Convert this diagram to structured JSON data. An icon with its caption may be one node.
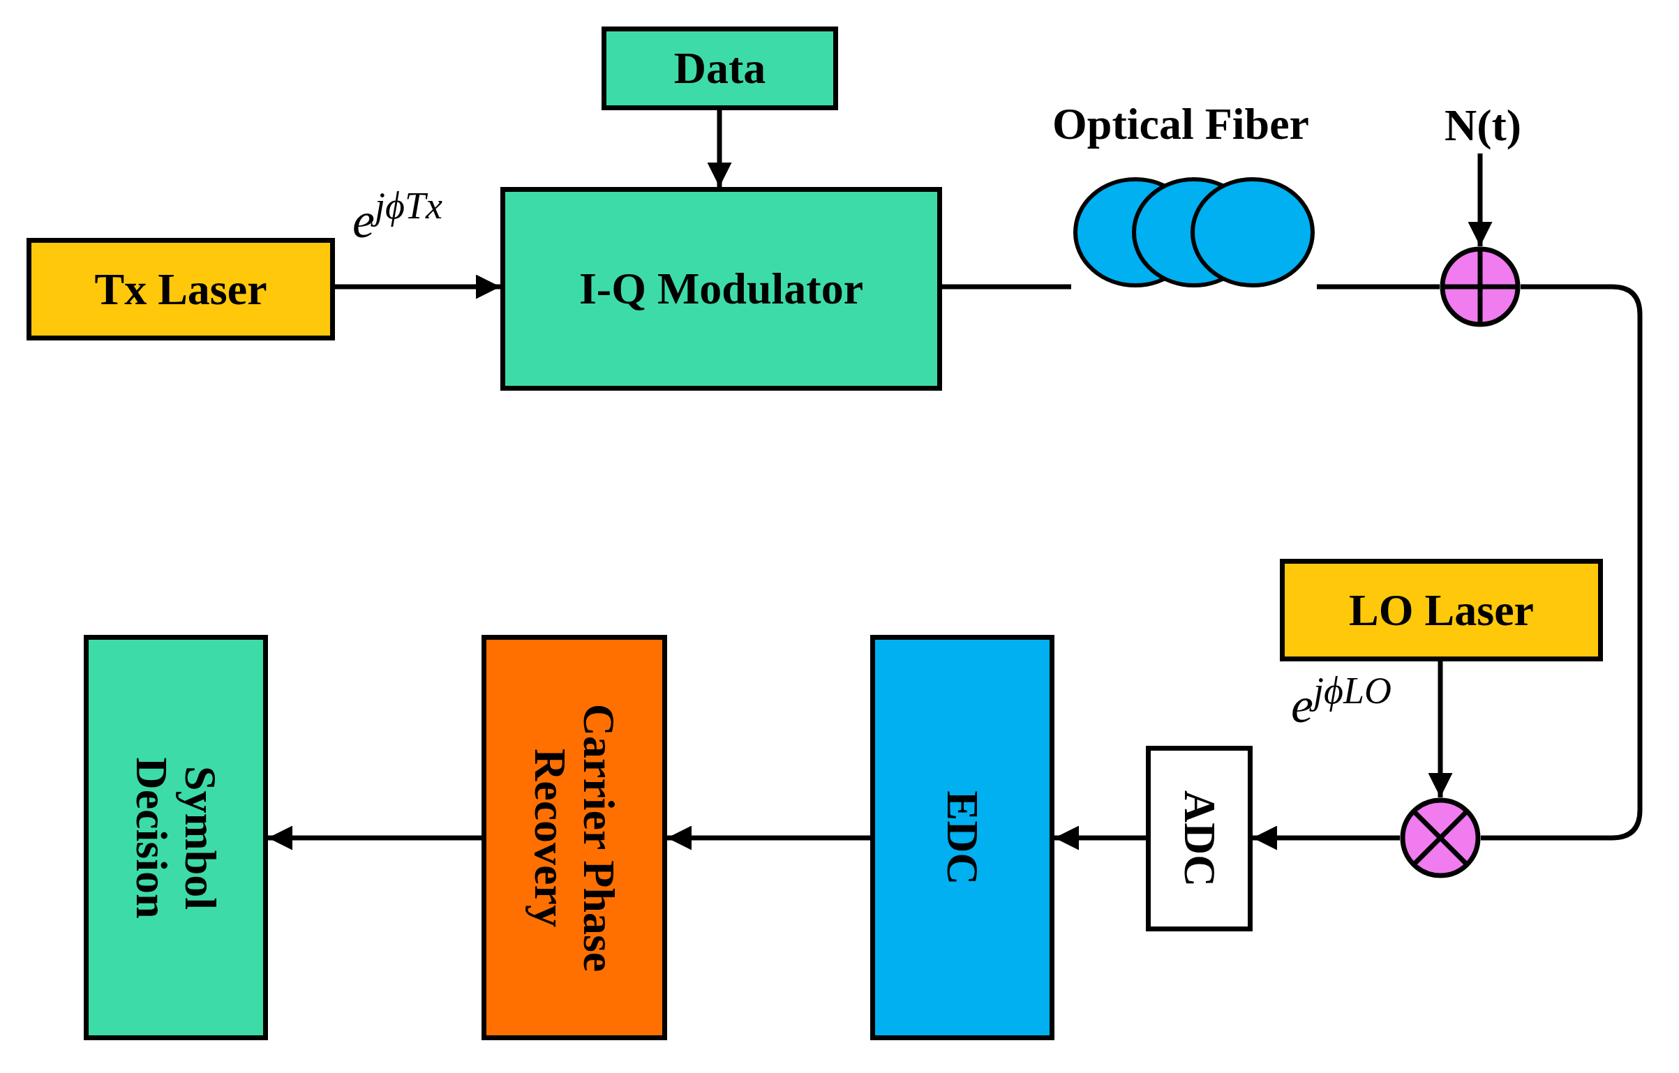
{
  "diagram": {
    "nodes": [
      {
        "text": [
          "Data"
        ]
      },
      {
        "text": [
          "I-Q Modulator"
        ]
      },
      {
        "text": [
          "Tx Laser"
        ]
      },
      {
        "text": [
          "Optical Fiber"
        ]
      },
      {
        "text": [
          "N(t)"
        ]
      },
      {
        "text": [],
        "shape": "circle"
      },
      {
        "text": [
          "LO Laser"
        ]
      },
      {
        "text": [],
        "shape": "circle"
      },
      {
        "text": [
          "ADC"
        ]
      },
      {
        "text": [
          "EDC"
        ]
      },
      {
        "text": [
          "Carrier Phase Recovery"
        ]
      },
      {
        "text": [
          "Symbol Decision"
        ]
      }
    ],
    "edges": [
      {
        "from": 0,
        "to": 1,
        "arrow": "to"
      },
      {
        "from": 2,
        "to": 1,
        "arrow": "to",
        "label": "e$^{jϕTx}$"
      },
      {
        "from": 1,
        "to": 3,
        "arrow": "none"
      },
      {
        "from": 3,
        "to": 5,
        "arrow": "none"
      },
      {
        "from": 4,
        "to": 5,
        "arrow": "to"
      },
      {
        "from": 5,
        "to": 7,
        "arrow": "none"
      },
      {
        "from": 6,
        "to": 7,
        "arrow": "to",
        "label": "e$^{jϕLO}$"
      },
      {
        "from": 7,
        "to": 8,
        "arrow": "to"
      },
      {
        "from": 8,
        "to": 9,
        "arrow": "to"
      },
      {
        "from": 9,
        "to": 10,
        "arrow": "to"
      },
      {
        "from": 10,
        "to": 11,
        "arrow": "to"
      }
    ]
  }
}
